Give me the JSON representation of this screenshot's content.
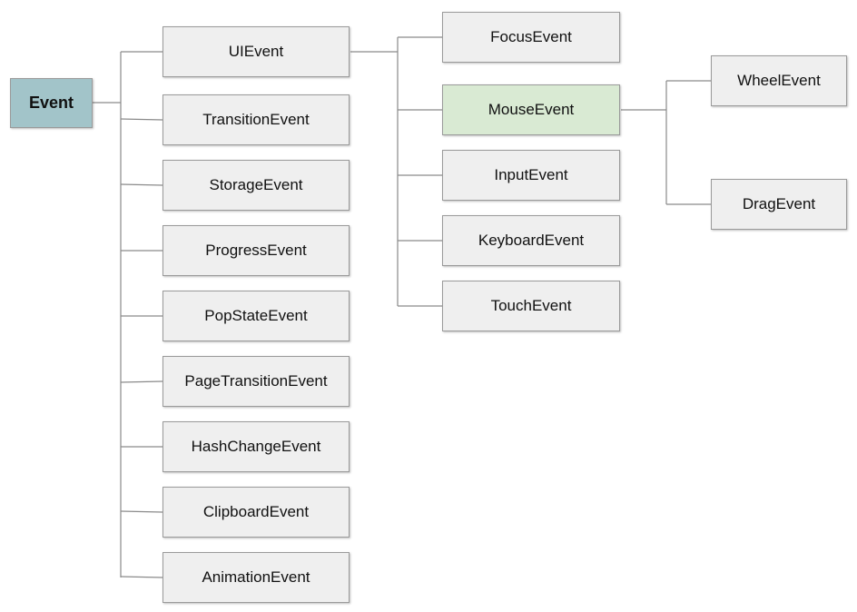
{
  "root": {
    "label": "Event",
    "color": "#a2c4c9"
  },
  "default_color": "#efefef",
  "highlight_color": "#d9ead3",
  "level1": [
    "UIEvent",
    "TransitionEvent",
    "StorageEvent",
    "ProgressEvent",
    "PopStateEvent",
    "PageTransitionEvent",
    "HashChangeEvent",
    "ClipboardEvent",
    "AnimationEvent"
  ],
  "uievent_children": [
    "FocusEvent",
    "MouseEvent",
    "InputEvent",
    "KeyboardEvent",
    "TouchEvent"
  ],
  "highlighted": "MouseEvent",
  "mouseevent_children": [
    "WheelEvent",
    "DragEvent"
  ]
}
